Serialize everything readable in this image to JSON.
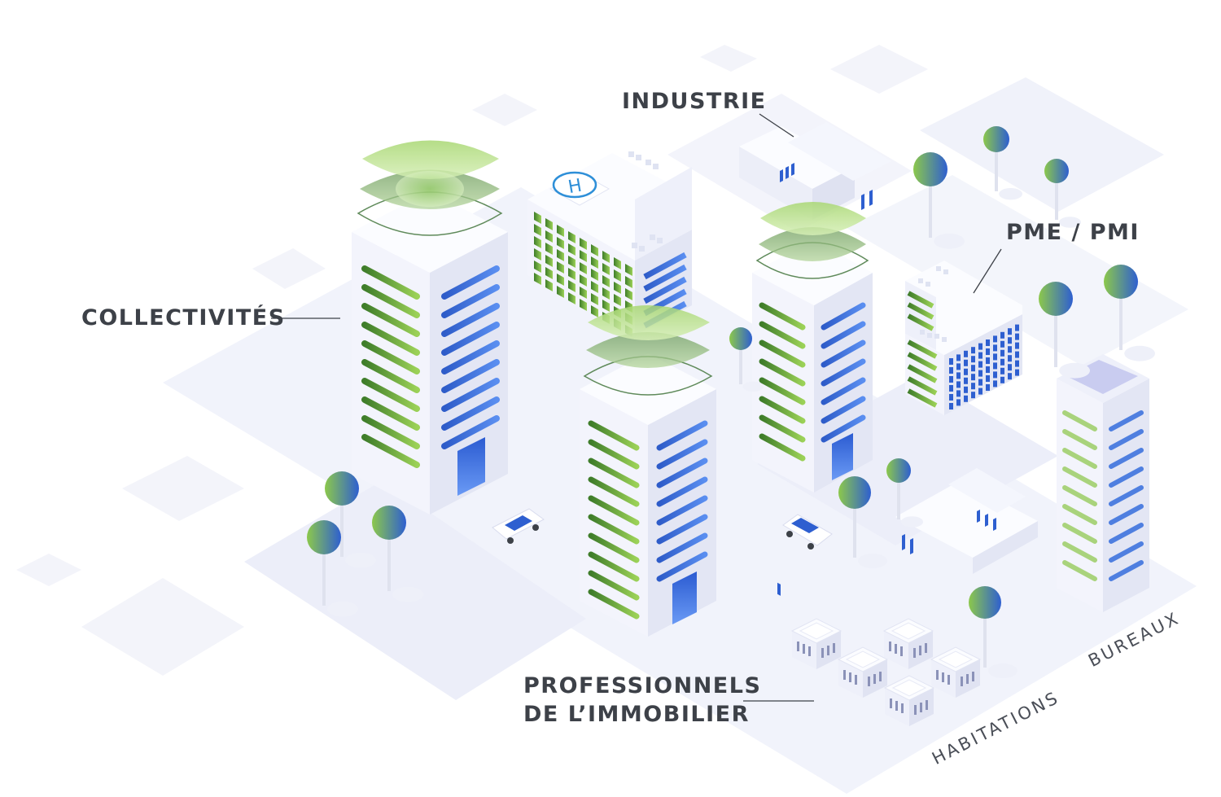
{
  "labels": {
    "industrie": "INDUSTRIE",
    "collectivites": "COLLECTIVITÉS",
    "pme_pmi": "PME / PMI",
    "professionnels_line1": "PROFESSIONNELS",
    "professionnels_line2": "DE L’IMMOBILIER",
    "habitations": "HABITATIONS",
    "bureaux": "BUREAUX"
  },
  "helipad_letter": "H",
  "colors": {
    "text": "#3d4148",
    "accent_green": "#7cc24a",
    "accent_blue": "#2f5fd1",
    "ground": "#eef0fa",
    "building_white": "#fafbff",
    "building_shade": "#e6e8f5"
  }
}
